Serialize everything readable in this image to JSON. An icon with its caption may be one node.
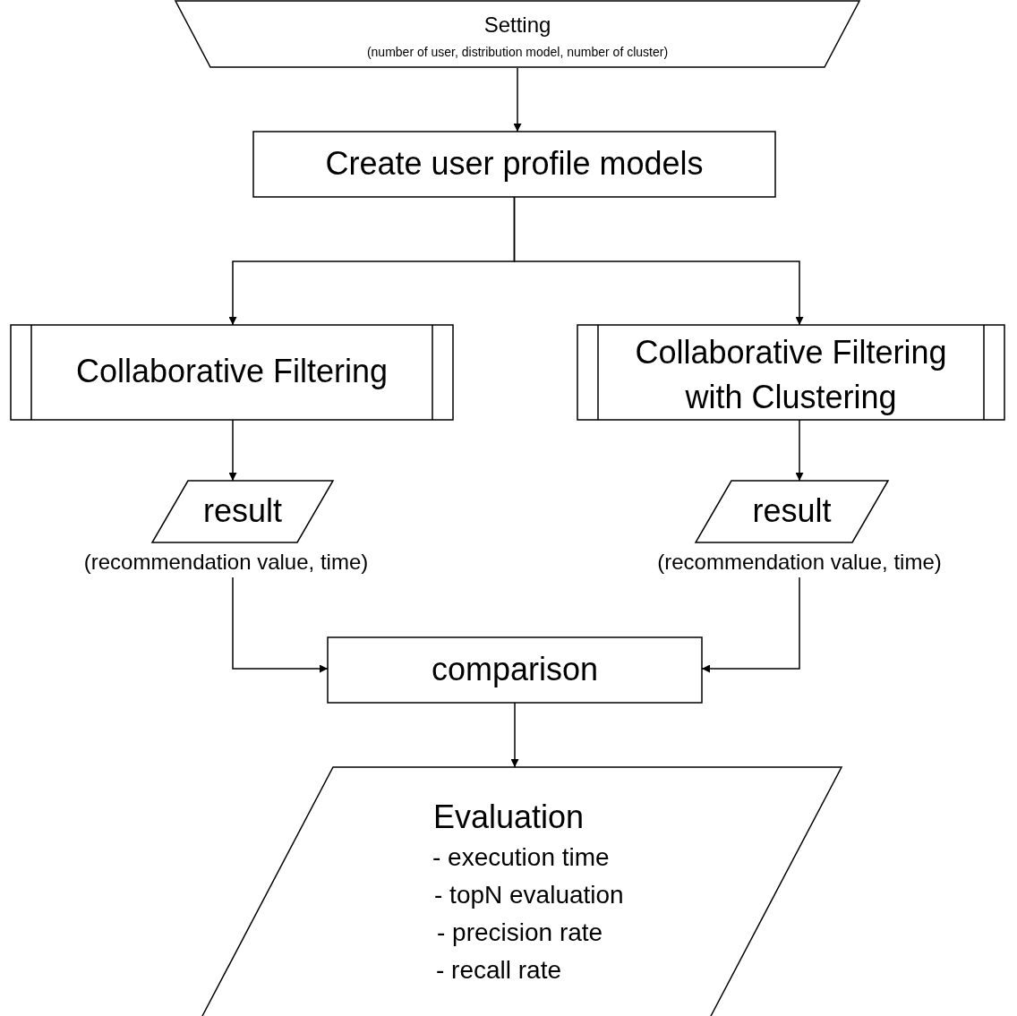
{
  "diagram": {
    "nodes": [
      {
        "text": [
          "Setting",
          "(number of user, distribution model, number of cluster)"
        ]
      },
      {
        "text": [
          "Create user profile models"
        ]
      },
      {
        "text": [
          "Collaborative Filtering"
        ]
      },
      {
        "text": [
          "Collaborative Filtering with Clustering"
        ]
      },
      {
        "text": [
          "result"
        ],
        "beside": [
          "(recommendation value, time)"
        ]
      },
      {
        "text": [
          "result"
        ],
        "beside": [
          "(recommendation value, time)"
        ]
      },
      {
        "text": [
          "comparison"
        ]
      },
      {
        "text": [
          "Evaluation",
          "- execution time",
          "- topN evaluation",
          "- precision rate",
          "- recall rate"
        ]
      }
    ],
    "edges": [
      {
        "from": 0,
        "to": 1,
        "arrow": "to"
      },
      {
        "from": 1,
        "to": 2,
        "arrow": "to"
      },
      {
        "from": 1,
        "to": 3,
        "arrow": "to"
      },
      {
        "from": 2,
        "to": 4,
        "arrow": "to"
      },
      {
        "from": 3,
        "to": 5,
        "arrow": "to"
      },
      {
        "from": 4,
        "to": 6,
        "arrow": "to"
      },
      {
        "from": 5,
        "to": 6,
        "arrow": "to"
      },
      {
        "from": 6,
        "to": 7,
        "arrow": "to"
      }
    ]
  }
}
